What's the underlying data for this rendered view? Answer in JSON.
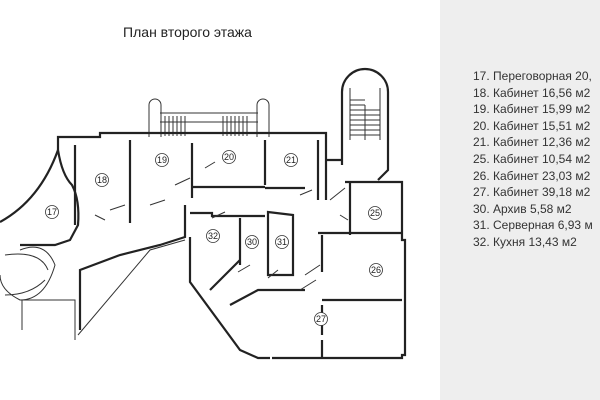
{
  "title": "План второго этажа",
  "rooms": [
    {
      "num": "17",
      "name": "Переговорная 20,"
    },
    {
      "num": "18",
      "name": "Кабинет 16,56 м2"
    },
    {
      "num": "19",
      "name": "Кабинет 15,99 м2"
    },
    {
      "num": "20",
      "name": "Кабинет 15,51 м2"
    },
    {
      "num": "21",
      "name": "Кабинет 12,36 м2"
    },
    {
      "num": "25",
      "name": "Кабинет 10,54 м2"
    },
    {
      "num": "26",
      "name": "Кабинет 23,03 м2"
    },
    {
      "num": "27",
      "name": "Кабинет 39,18 м2"
    },
    {
      "num": "30",
      "name": "Архив 5,58 м2"
    },
    {
      "num": "31",
      "name": "Серверная 6,93 м"
    },
    {
      "num": "32",
      "name": "Кухня 13,43 м2"
    }
  ],
  "legend": [
    "17. Переговорная 20,",
    "18. Кабинет 16,56 м2",
    "19. Кабинет 15,99 м2",
    "20. Кабинет 15,51 м2",
    "21. Кабинет 12,36 м2",
    "25. Кабинет 10,54 м2",
    "26. Кабинет 23,03 м2",
    "27. Кабинет 39,18 м2",
    "30. Архив 5,58 м2",
    "31. Серверная 6,93 м",
    "32. Кухня 13,43 м2"
  ]
}
